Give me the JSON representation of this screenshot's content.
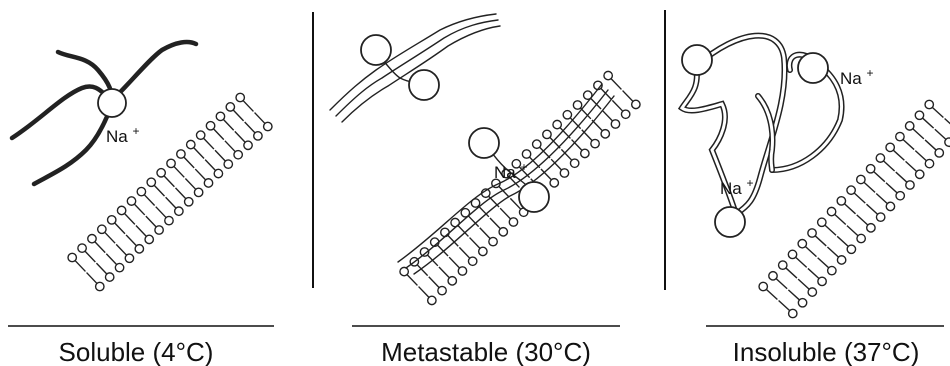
{
  "panels": [
    {
      "ion_labels": [
        "Na+"
      ],
      "caption": "Soluble (4°C)"
    },
    {
      "ion_labels": [
        "Na+"
      ],
      "caption": "Metastable (30°C)"
    },
    {
      "ion_labels": [
        "Na+",
        "Na+"
      ],
      "caption": "Insoluble (37°C)"
    }
  ]
}
